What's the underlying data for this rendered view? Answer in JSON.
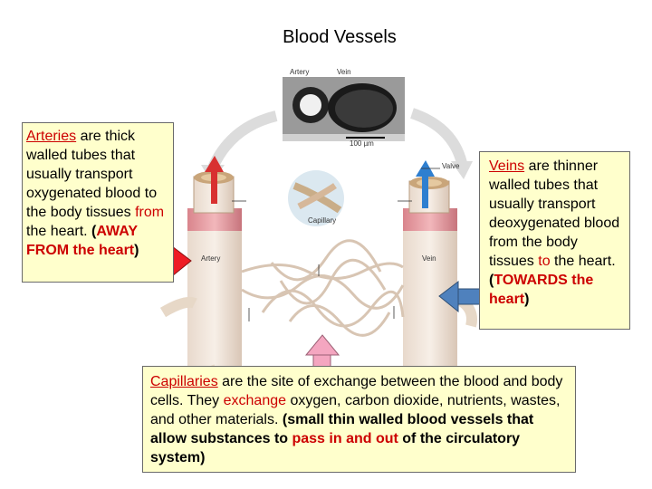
{
  "title": "Blood Vessels",
  "figure_labels": {
    "artery_top": "Artery",
    "vein_top": "Vein",
    "scale": "100 µm",
    "valve": "Valve",
    "capillary": "Capillary",
    "artery": "Artery",
    "vein": "Vein"
  },
  "arteries_box": {
    "term": "Arteries",
    "t1": " are thick walled tubes that usually transport oxygenated blood to the body tissues ",
    "from": "from",
    "t2": " the heart. ",
    "paren_open": "(",
    "away": "AWAY FROM the heart",
    "paren_close": ")"
  },
  "veins_box": {
    "term": "Veins",
    "t1": " are thinner walled tubes that usually transport deoxygenated blood from the body tissues ",
    "to": "to",
    "t2": " the heart. ",
    "paren_open": "(",
    "towards": "TOWARDS",
    "the_heart": " the heart",
    "paren_close": ")"
  },
  "capillaries_box": {
    "term": "Capillaries",
    "t1": " are the site of exchange between the blood and body cells. They ",
    "exchange": "exchange",
    "t2": " oxygen, carbon dioxide, nutrients, wastes, and other materials. ",
    "b1": "(small thin walled blood vessels that allow substances to ",
    "pass": "pass in and out",
    "b2": " of the circulatory system)"
  },
  "colors": {
    "box_bg": "#ffffcc",
    "highlight_red": "#cc0000",
    "arrow_red": "#ee1c24",
    "arrow_blue": "#4f81bd",
    "arrow_pink": "#f4a6c0"
  }
}
